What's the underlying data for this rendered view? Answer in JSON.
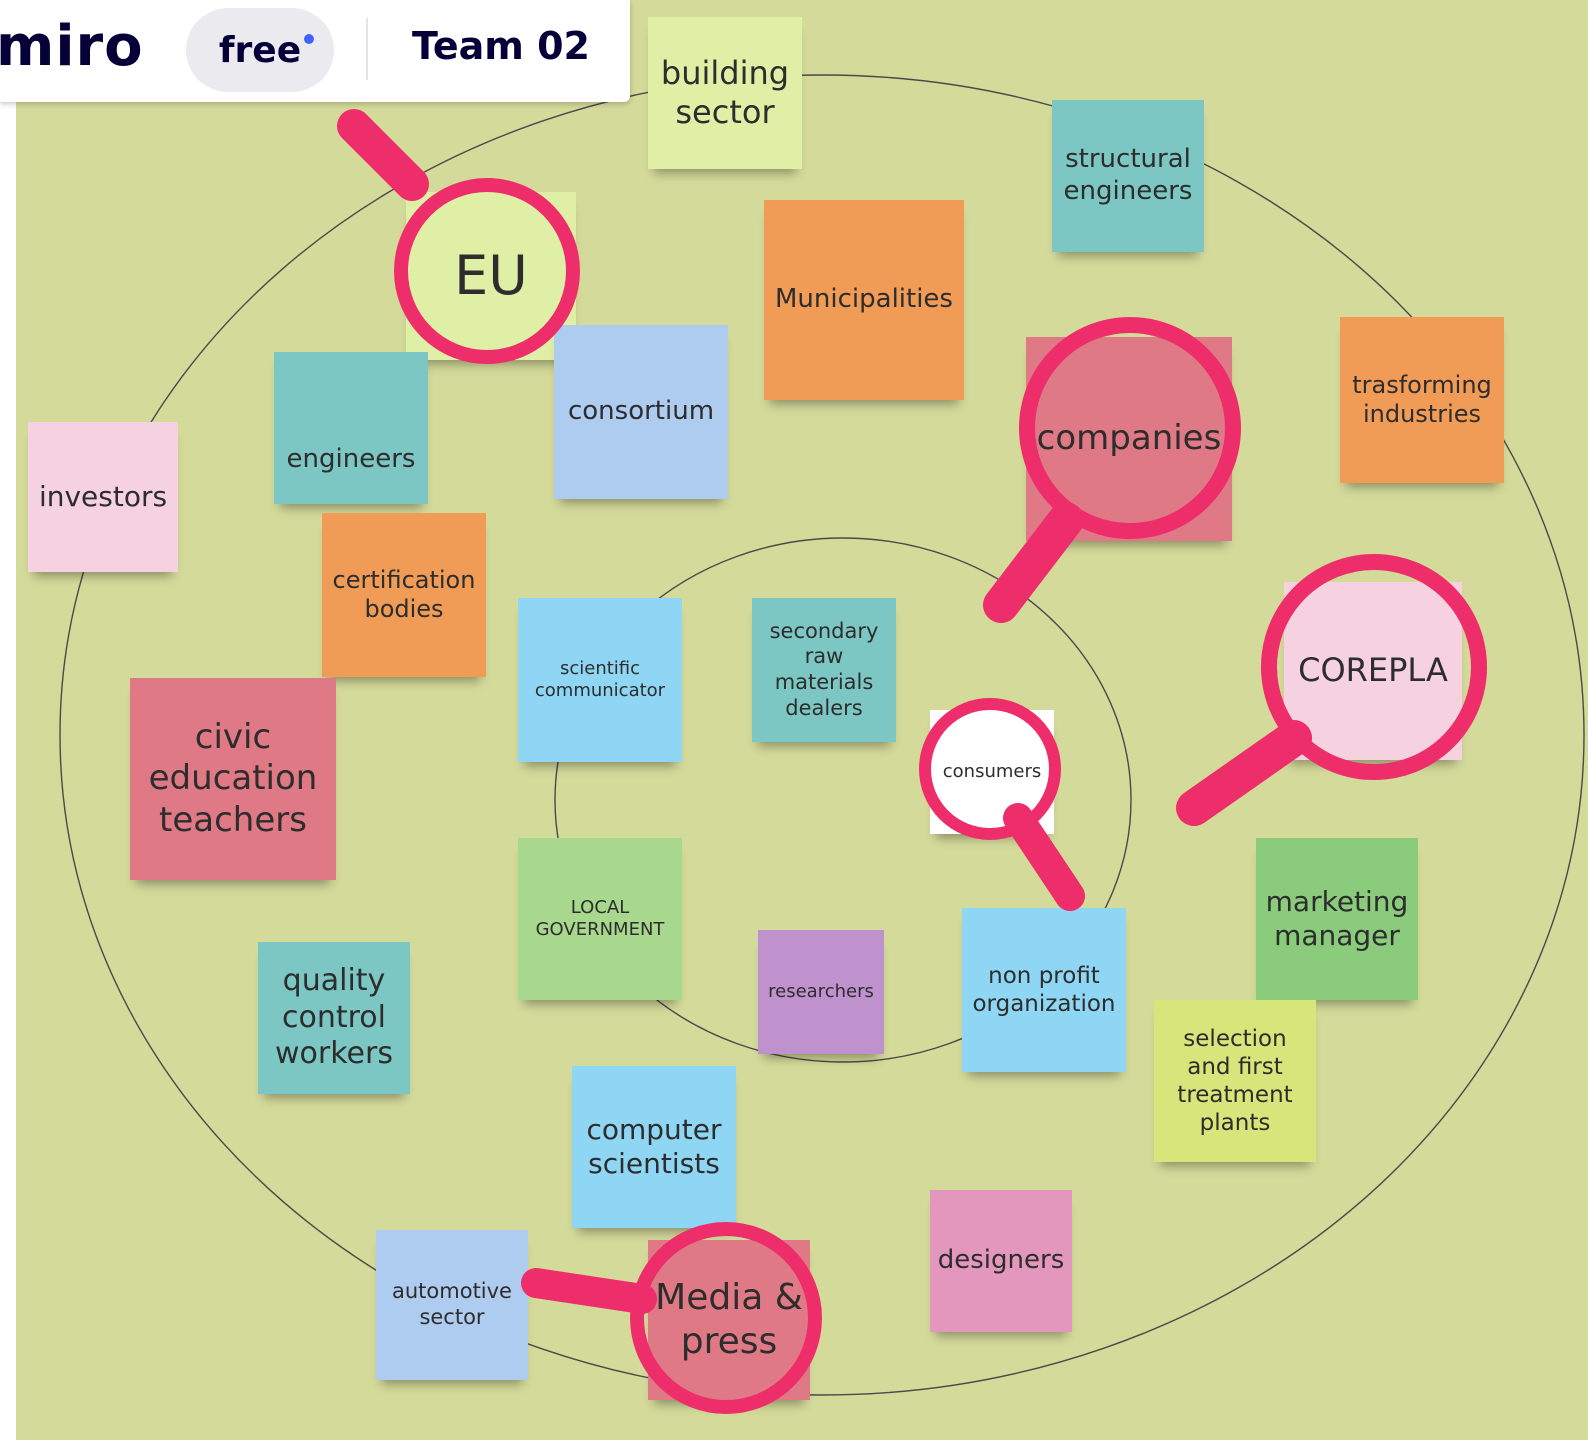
{
  "app": {
    "logo_text": "miro",
    "plan_badge": "free",
    "board_name": "Team 02"
  },
  "colors": {
    "board_background": "#d4da9a",
    "highlight_magnifier": "#ee2d6b",
    "logo_text": "#050038",
    "plan_dot": "#4262ff"
  },
  "sticky_notes": [
    {
      "text": "building sector",
      "color": "#e0efa6"
    },
    {
      "text": "structural engineers",
      "color": "#7cc7c3"
    },
    {
      "text": "EU",
      "color": "#e0efa6"
    },
    {
      "text": "Municipalities",
      "color": "#f19c56"
    },
    {
      "text": "consortium",
      "color": "#aecbf0"
    },
    {
      "text": "companies",
      "color": "#e07986"
    },
    {
      "text": "trasforming industries",
      "color": "#f19c56"
    },
    {
      "text": "engineers",
      "color": "#7cc7c3"
    },
    {
      "text": "investors",
      "color": "#f6d2e0"
    },
    {
      "text": "certification bodies",
      "color": "#f19c56"
    },
    {
      "text": "scientific communicator",
      "color": "#8fd6f4"
    },
    {
      "text": "secondary raw materials dealers",
      "color": "#7cc7c3"
    },
    {
      "text": "COREPLA",
      "color": "#f6d2e0"
    },
    {
      "text": "civic education teachers",
      "color": "#e07986"
    },
    {
      "text": "consumers",
      "color": "#ffffff"
    },
    {
      "text": "marketing manager",
      "color": "#8bcb7c"
    },
    {
      "text": "LOCAL GOVERNMENT",
      "color": "#a7d88d"
    },
    {
      "text": "quality control workers",
      "color": "#7cc7c3"
    },
    {
      "text": "researchers",
      "color": "#bf91cd"
    },
    {
      "text": "non profit organization",
      "color": "#8fd6f4"
    },
    {
      "text": "selection and first treatment plants",
      "color": "#d7e67a"
    },
    {
      "text": "computer scientists",
      "color": "#8fd6f4"
    },
    {
      "text": "designers",
      "color": "#e397bd"
    },
    {
      "text": "automotive sector",
      "color": "#aecbf0"
    },
    {
      "text": "Media & press",
      "color": "#e07986"
    }
  ],
  "highlighted": [
    "EU",
    "companies",
    "COREPLA",
    "consumers",
    "Media & press"
  ]
}
